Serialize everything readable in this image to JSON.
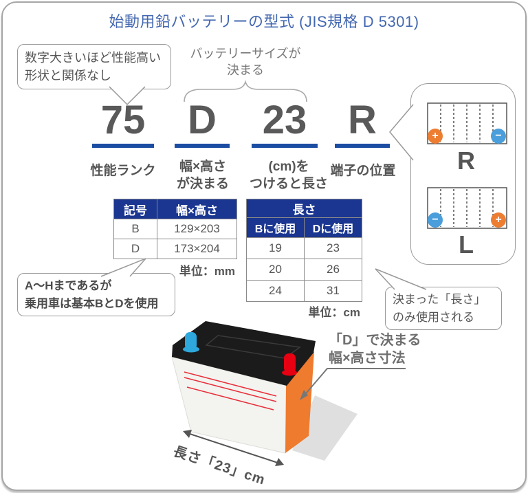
{
  "title": "始動用鉛バッテリーの型式 (JIS規格 D 5301)",
  "callouts": {
    "performance": {
      "line1": "数字大きいほど性能高い",
      "line2": "形状と関係なし"
    },
    "size_note": {
      "line1": "バッテリーサイズが",
      "line2": "決まる"
    },
    "rank_range": {
      "line1": "A〜Hまであるが",
      "line2": "乗用車は基本BとDを使用"
    },
    "length_note": {
      "line1": "決まった「長さ」",
      "line2": "のみ使用される"
    },
    "dimension_note": {
      "line1": "「D」で決まる",
      "line2": "幅×高さ寸法"
    }
  },
  "code": {
    "performance_rank": {
      "value": "75",
      "label": "性能ランク"
    },
    "size_symbol": {
      "value": "D",
      "label_line1": "幅×高さ",
      "label_line2": "が決まる"
    },
    "length": {
      "value": "23",
      "label_line1": "(cm)を",
      "label_line2": "つけると長さ"
    },
    "terminal": {
      "value": "R",
      "label": "端子の位置"
    }
  },
  "size_table": {
    "headers": [
      "記号",
      "幅×高さ"
    ],
    "rows": [
      [
        "B",
        "129×203"
      ],
      [
        "D",
        "173×204"
      ]
    ],
    "unit": "単位：mm"
  },
  "length_table": {
    "header": "長さ",
    "subheaders": [
      "Bに使用",
      "Dに使用"
    ],
    "rows": [
      [
        "19",
        "23"
      ],
      [
        "20",
        "26"
      ],
      [
        "24",
        "31"
      ]
    ],
    "unit": "単位：cm"
  },
  "terminal_diagrams": {
    "r": {
      "label": "R",
      "left_sign": "+",
      "right_sign": "−"
    },
    "l": {
      "label": "L",
      "left_sign": "−",
      "right_sign": "+"
    }
  },
  "battery": {
    "length_label": "長さ「23」cm"
  },
  "colors": {
    "title_blue": "#4468b0",
    "underline_blue": "#1b4da2",
    "table_header_navy": "#1a3690",
    "code_gray": "#595959",
    "orange": "#ed7d31",
    "terminal_blue": "#4a9edb",
    "terminal_red": "#e60012",
    "battery_orange": "#ee7b2e"
  }
}
